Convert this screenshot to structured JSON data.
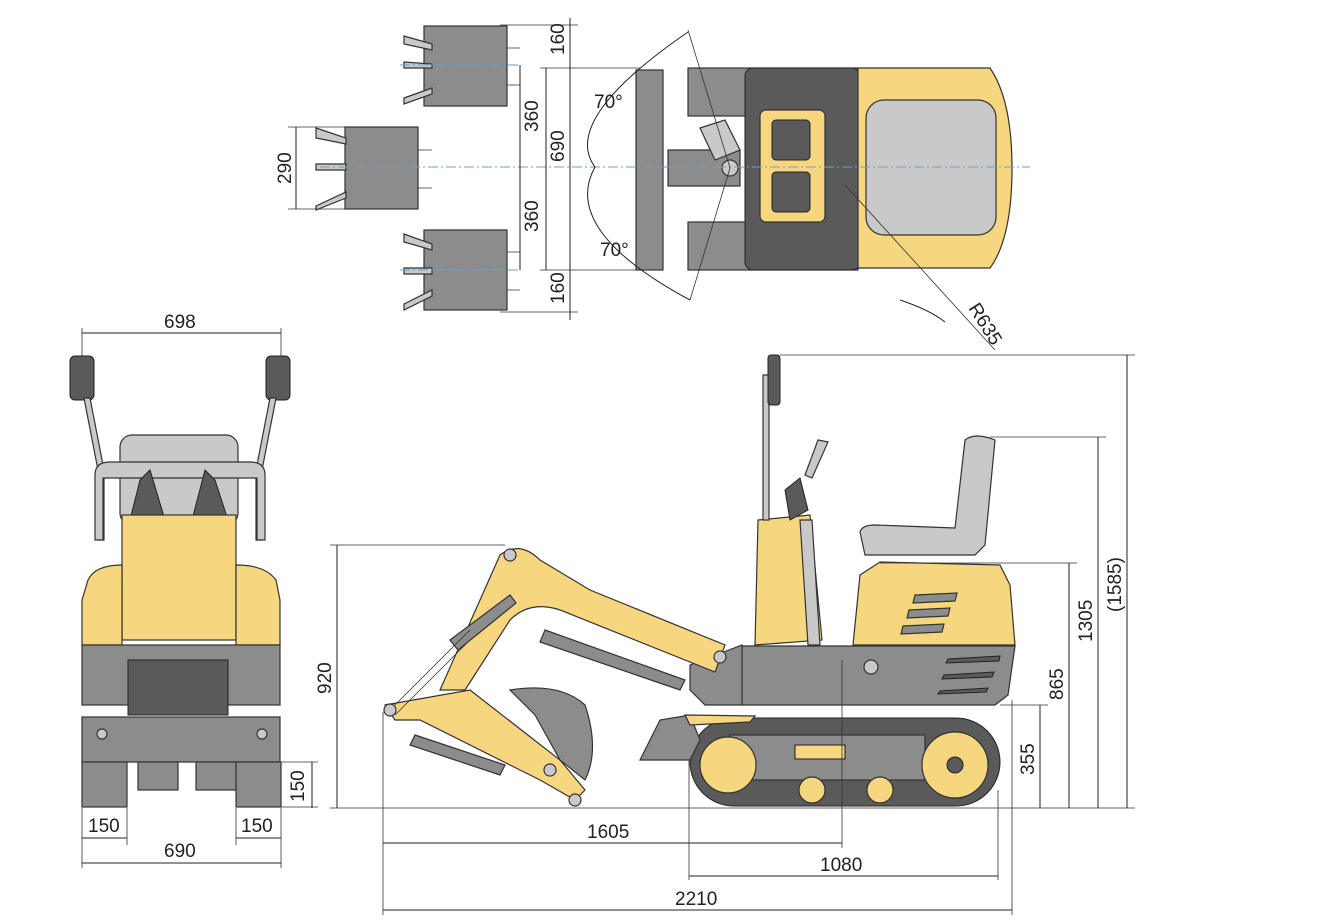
{
  "colors": {
    "body_yellow": "#f6d77f",
    "steel_grey": "#8c8c8c",
    "line": "#222222"
  },
  "top_view": {
    "dims": {
      "bucket_offset_top": "160",
      "bucket_shift_top": "360",
      "track_width": "690",
      "bucket_shift_bottom": "360",
      "bucket_offset_bottom": "160",
      "bucket_width": "290"
    },
    "swing_angle_left": "70°",
    "swing_angle_right": "70°",
    "tail_radius": "R635"
  },
  "front_view": {
    "dims": {
      "mirror_width": "698",
      "track_shoe_left": "150",
      "track_shoe_right": "150",
      "overall_width": "690",
      "blade_height": "150"
    }
  },
  "side_view": {
    "dims": {
      "max_dig_height_point": "920",
      "boom_reach": "1605",
      "track_length": "1080",
      "overall_length": "2210",
      "ground_clearance_body": "355",
      "body_height": "865",
      "seat_height": "1305",
      "overall_height": "(1585)"
    }
  }
}
